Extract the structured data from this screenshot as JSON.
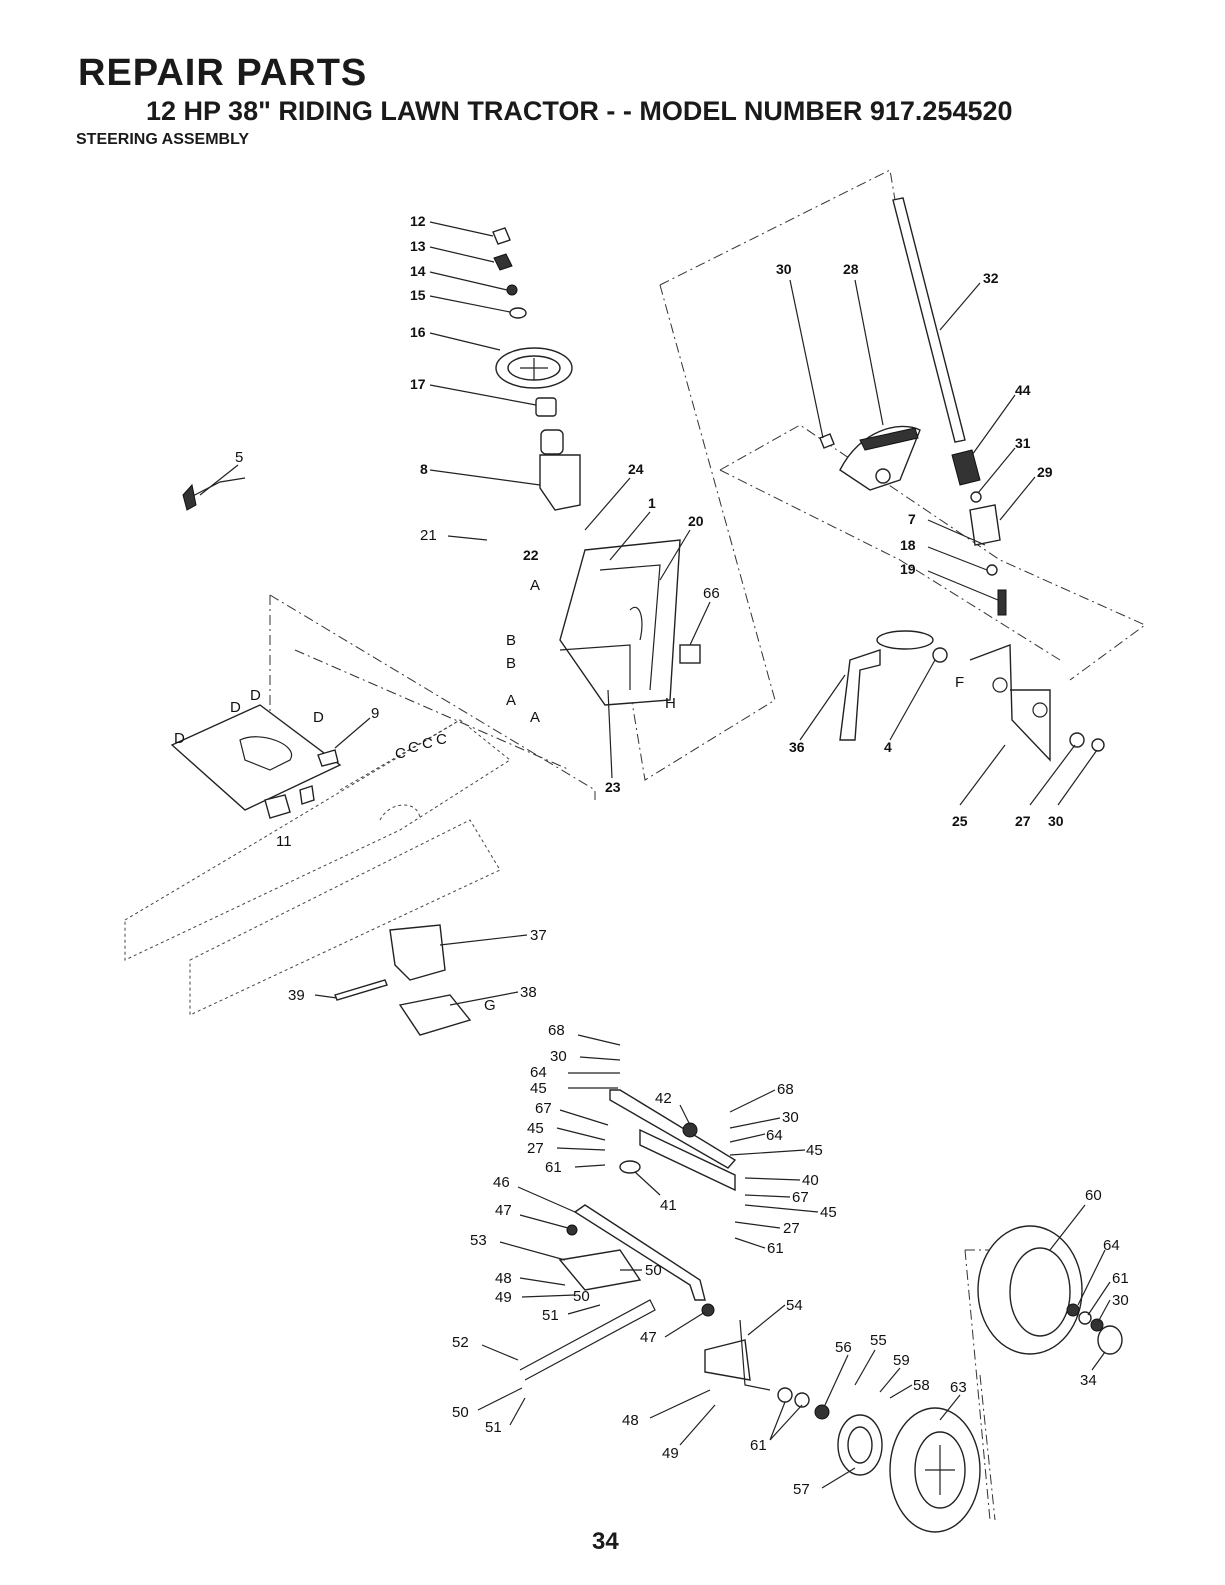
{
  "header": {
    "title": "REPAIR PARTS",
    "subtitle": "12 HP 38\" RIDING LAWN TRACTOR - - MODEL NUMBER 917.254520",
    "section": "STEERING ASSEMBLY"
  },
  "page_number": "34",
  "callouts": [
    {
      "id": "c12",
      "text": "12"
    },
    {
      "id": "c13",
      "text": "13"
    },
    {
      "id": "c14",
      "text": "14"
    },
    {
      "id": "c15",
      "text": "15"
    },
    {
      "id": "c16",
      "text": "16"
    },
    {
      "id": "c17",
      "text": "17"
    },
    {
      "id": "c8",
      "text": "8"
    },
    {
      "id": "c21",
      "text": "21"
    },
    {
      "id": "c22",
      "text": "22"
    },
    {
      "id": "c24",
      "text": "24"
    },
    {
      "id": "c1",
      "text": "1"
    },
    {
      "id": "c20",
      "text": "20"
    },
    {
      "id": "c66",
      "text": "66"
    },
    {
      "id": "c23",
      "text": "23"
    },
    {
      "id": "c5",
      "text": "5"
    },
    {
      "id": "c9",
      "text": "9"
    },
    {
      "id": "c11",
      "text": "11"
    },
    {
      "id": "c32",
      "text": "32"
    },
    {
      "id": "c30a",
      "text": "30"
    },
    {
      "id": "c28",
      "text": "28"
    },
    {
      "id": "c44",
      "text": "44"
    },
    {
      "id": "c31",
      "text": "31"
    },
    {
      "id": "c29",
      "text": "29"
    },
    {
      "id": "c7",
      "text": "7"
    },
    {
      "id": "c18",
      "text": "18"
    },
    {
      "id": "c19",
      "text": "19"
    },
    {
      "id": "c36",
      "text": "36"
    },
    {
      "id": "c4",
      "text": "4"
    },
    {
      "id": "c25",
      "text": "25"
    },
    {
      "id": "c27a",
      "text": "27"
    },
    {
      "id": "c30b",
      "text": "30"
    },
    {
      "id": "c37",
      "text": "37"
    },
    {
      "id": "c38",
      "text": "38"
    },
    {
      "id": "c39",
      "text": "39"
    },
    {
      "id": "c68a",
      "text": "68"
    },
    {
      "id": "c30c",
      "text": "30"
    },
    {
      "id": "c64a",
      "text": "64"
    },
    {
      "id": "c45a",
      "text": "45"
    },
    {
      "id": "c67a",
      "text": "67"
    },
    {
      "id": "c45b",
      "text": "45"
    },
    {
      "id": "c27b",
      "text": "27"
    },
    {
      "id": "c61a",
      "text": "61"
    },
    {
      "id": "c42",
      "text": "42"
    },
    {
      "id": "c41",
      "text": "41"
    },
    {
      "id": "c68b",
      "text": "68"
    },
    {
      "id": "c30d",
      "text": "30"
    },
    {
      "id": "c64b",
      "text": "64"
    },
    {
      "id": "c45c",
      "text": "45"
    },
    {
      "id": "c40",
      "text": "40"
    },
    {
      "id": "c67b",
      "text": "67"
    },
    {
      "id": "c45d",
      "text": "45"
    },
    {
      "id": "c27c",
      "text": "27"
    },
    {
      "id": "c61b",
      "text": "61"
    },
    {
      "id": "c46",
      "text": "46"
    },
    {
      "id": "c47a",
      "text": "47"
    },
    {
      "id": "c53",
      "text": "53"
    },
    {
      "id": "c50a",
      "text": "50"
    },
    {
      "id": "c48a",
      "text": "48"
    },
    {
      "id": "c50b",
      "text": "50"
    },
    {
      "id": "c49a",
      "text": "49"
    },
    {
      "id": "c51a",
      "text": "51"
    },
    {
      "id": "c47b",
      "text": "47"
    },
    {
      "id": "c52",
      "text": "52"
    },
    {
      "id": "c50c",
      "text": "50"
    },
    {
      "id": "c51b",
      "text": "51"
    },
    {
      "id": "c54",
      "text": "54"
    },
    {
      "id": "c48b",
      "text": "48"
    },
    {
      "id": "c49b",
      "text": "49"
    },
    {
      "id": "c61c",
      "text": "61"
    },
    {
      "id": "c56",
      "text": "56"
    },
    {
      "id": "c55",
      "text": "55"
    },
    {
      "id": "c59",
      "text": "59"
    },
    {
      "id": "c58",
      "text": "58"
    },
    {
      "id": "c63",
      "text": "63"
    },
    {
      "id": "c57",
      "text": "57"
    },
    {
      "id": "c60",
      "text": "60"
    },
    {
      "id": "c64c",
      "text": "64"
    },
    {
      "id": "c61d",
      "text": "61"
    },
    {
      "id": "c30e",
      "text": "30"
    },
    {
      "id": "c34",
      "text": "34"
    }
  ],
  "letters": [
    {
      "id": "la1",
      "text": "A"
    },
    {
      "id": "lb1",
      "text": "B"
    },
    {
      "id": "lb2",
      "text": "B"
    },
    {
      "id": "la2",
      "text": "A"
    },
    {
      "id": "la3",
      "text": "A"
    },
    {
      "id": "lh",
      "text": "H"
    },
    {
      "id": "lf",
      "text": "F"
    },
    {
      "id": "lg",
      "text": "G"
    },
    {
      "id": "ld1",
      "text": "D"
    },
    {
      "id": "ld2",
      "text": "D"
    },
    {
      "id": "ld3",
      "text": "D"
    },
    {
      "id": "ld4",
      "text": "D"
    },
    {
      "id": "lc1",
      "text": "C"
    },
    {
      "id": "lc2",
      "text": "C"
    },
    {
      "id": "lc3",
      "text": "C"
    },
    {
      "id": "lc4",
      "text": "C"
    }
  ]
}
